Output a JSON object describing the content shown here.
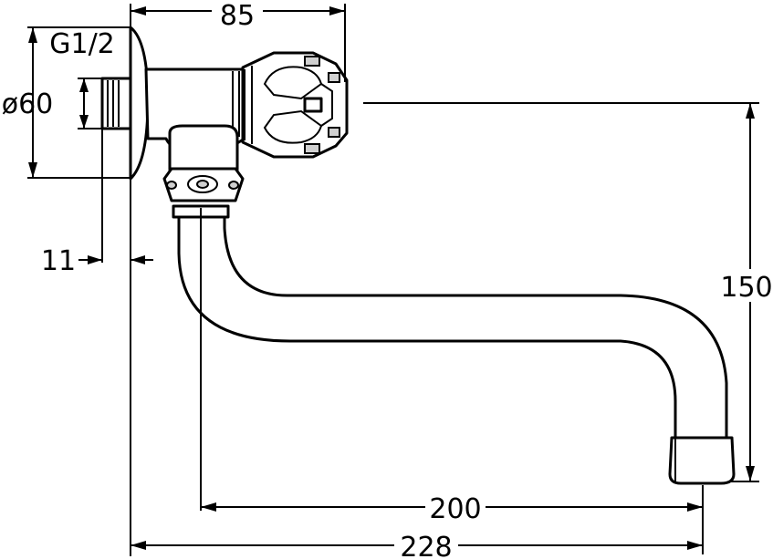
{
  "dimensions": {
    "top_width": "85",
    "thread": "G1/2",
    "flange_diameter": "ø60",
    "flange_thickness": "11",
    "height": "150",
    "spout_reach": "200",
    "overall_length": "228"
  }
}
